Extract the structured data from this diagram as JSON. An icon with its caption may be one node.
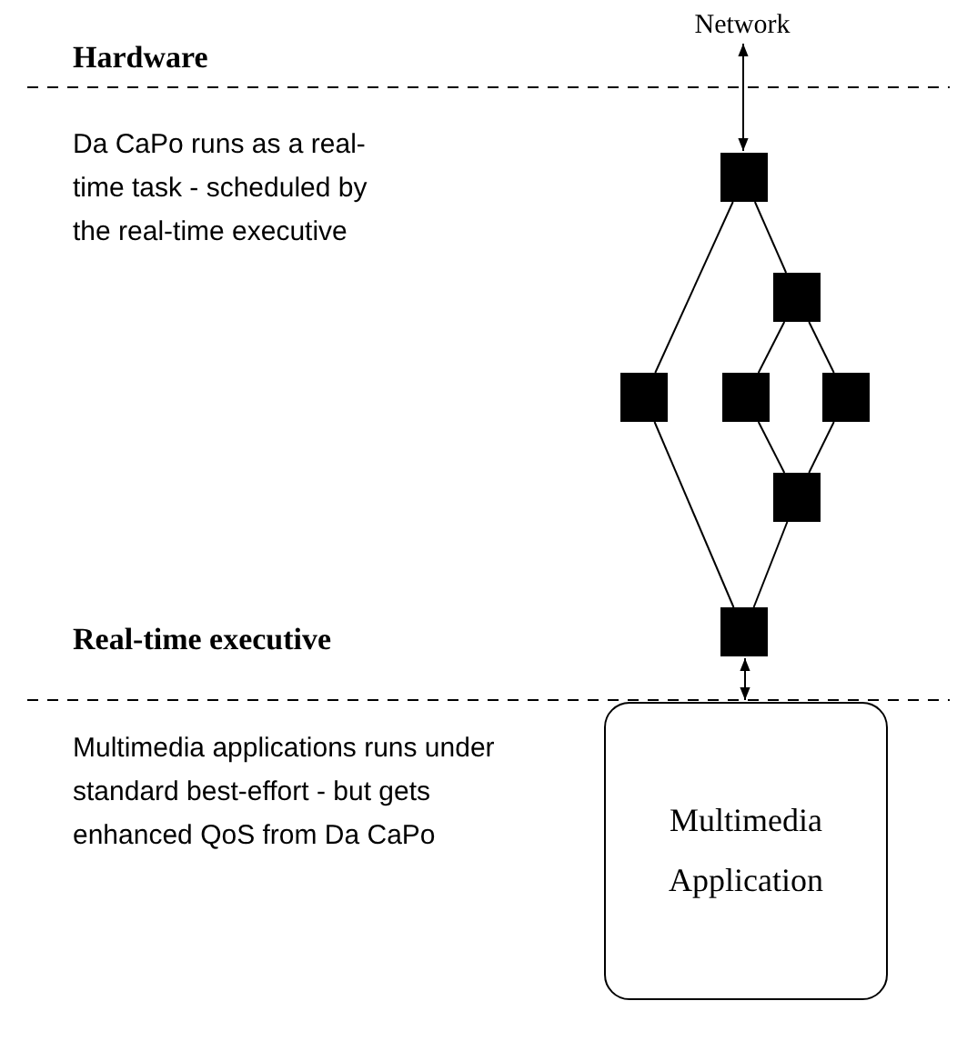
{
  "diagram": {
    "nodes": [
      {
        "text": [
          "Network"
        ]
      },
      {
        "text": [],
        "shape": "box"
      },
      {
        "text": [],
        "shape": "box"
      },
      {
        "text": [],
        "shape": "box"
      },
      {
        "text": [],
        "shape": "box"
      },
      {
        "text": [],
        "shape": "box"
      },
      {
        "text": [],
        "shape": "box"
      },
      {
        "text": [],
        "shape": "box"
      },
      {
        "text": [
          "Multimedia Application"
        ]
      }
    ],
    "edges": [
      {
        "from": 0,
        "to": 1,
        "arrow": "both"
      },
      {
        "from": 1,
        "to": 2,
        "arrow": "none"
      },
      {
        "from": 1,
        "to": 3,
        "arrow": "none"
      },
      {
        "from": 2,
        "to": 4,
        "arrow": "none"
      },
      {
        "from": 2,
        "to": 5,
        "arrow": "none"
      },
      {
        "from": 4,
        "to": 6,
        "arrow": "none"
      },
      {
        "from": 5,
        "to": 6,
        "arrow": "none"
      },
      {
        "from": 3,
        "to": 7,
        "arrow": "none"
      },
      {
        "from": 6,
        "to": 7,
        "arrow": "none"
      },
      {
        "from": 7,
        "to": 8,
        "arrow": "both"
      }
    ],
    "labels": [
      "Hardware",
      "Da CaPo runs as a real-time task - scheduled by the real-time executive",
      "Real-time executive",
      "Multimedia applications runs under standard best-effort - but gets enhanced QoS from Da CaPo"
    ]
  }
}
